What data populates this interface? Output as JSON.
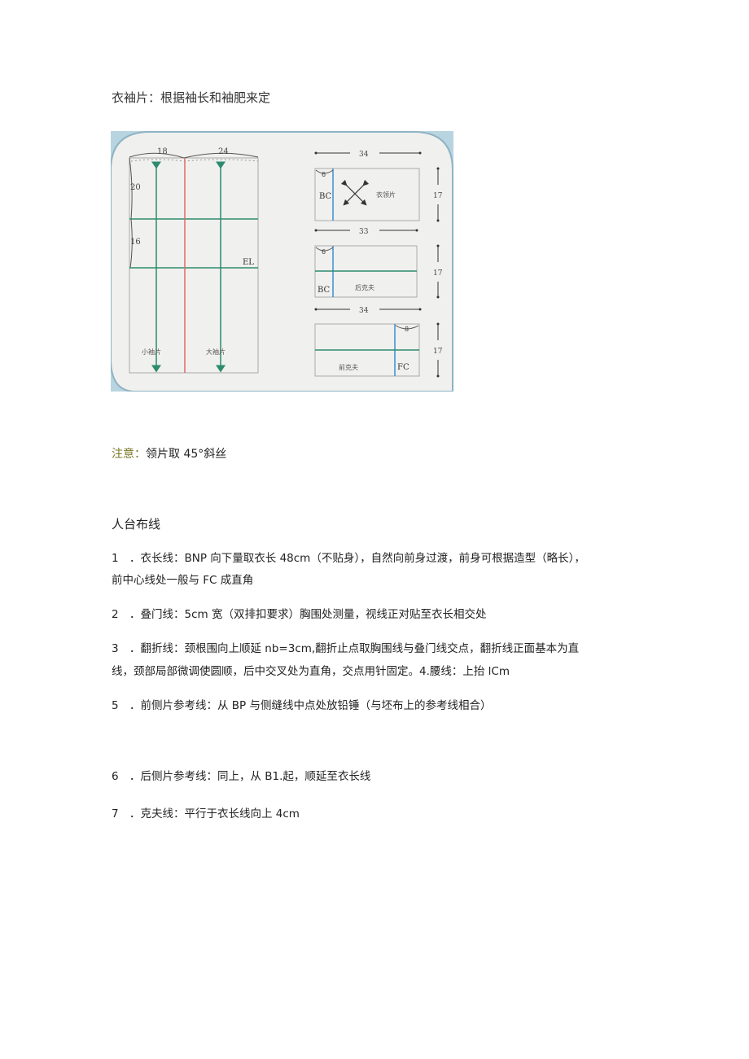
{
  "title": "衣袖片：根据袖长和袖肥来定",
  "figure": {
    "sleeve": {
      "widths": [
        "18",
        "24"
      ],
      "heights": [
        "20",
        "16"
      ],
      "el_label": "EL",
      "small_piece_label": "小袖片",
      "large_piece_label": "大袖片"
    },
    "collar": {
      "width_label": "34",
      "height_label": "17",
      "seam_label": "6",
      "edge_label": "BC",
      "piece_label": "衣领片"
    },
    "back_panel": {
      "width_label": "33",
      "height_label": "17",
      "seam_label": "6",
      "edge_label": "BC",
      "piece_label": "后克夫"
    },
    "front_panel": {
      "width_label": "34",
      "height_label": "17",
      "seam_label": "8",
      "edge_label": "FC",
      "piece_label": "前克夫"
    },
    "colors": {
      "frame_bg": "#f0f0ef",
      "frame_border": "#8fb3c4",
      "outer_bg": "#b8d4e0",
      "green_line": "#2e8b6e",
      "red_line": "#e06a6a",
      "blue_line": "#3b8fd0",
      "grey_line": "#999999"
    }
  },
  "note": {
    "label": "注意：",
    "text": "领片取 45°斜丝"
  },
  "section_title": "人台布线",
  "items": [
    {
      "num": "1",
      "lines": [
        "．衣长线：BNP 向下量取衣长 48cm（不贴身），自然向前身过渡，前身可根据造型（略长），",
        "前中心线处一般与 FC 成直角"
      ]
    },
    {
      "num": "2",
      "lines": [
        "．叠门线：5cm 宽（双排扣要求）胸围处测量，视线正对贴至衣长相交处"
      ]
    },
    {
      "num": "3",
      "lines": [
        "．翻折线：颈根围向上顺延 nb=3cm,翻折止点取胸围线与叠门线交点，翻折线正面基本为直",
        "线，颈部局部微调使圆顺，后中交叉处为直角，交点用针固定。4.腰线：上抬 lCm"
      ]
    },
    {
      "num": "5",
      "lines": [
        "．前侧片参考线：从 BP 与侧缝线中点处放铅锤（与坯布上的参考线相合）"
      ]
    },
    {
      "num": "6",
      "lines": [
        "．后侧片参考线：同上，从 B1.起，顺延至衣长线"
      ]
    },
    {
      "num": "7",
      "lines": [
        "．克夫线：平行于衣长线向上 4cm"
      ]
    }
  ]
}
